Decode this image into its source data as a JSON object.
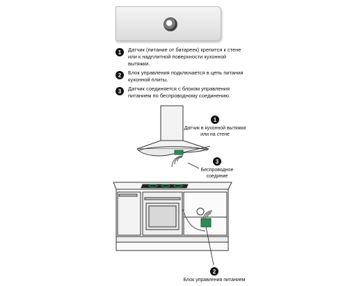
{
  "steps": [
    {
      "number": "1",
      "text": "Датчик (питание от батареек) крепится к стене или к надплитной поверхности кухонной вытяжки."
    },
    {
      "number": "2",
      "text": "Блок управления подключается в цепь питания кухонной плиты."
    },
    {
      "number": "3",
      "text": "Датчик соединяется с блоком управления питанием по беспроводному соединению."
    }
  ],
  "callouts": {
    "sensor": {
      "number": "1",
      "text": "Датчик в кухонной вытяжки или на стене"
    },
    "wireless": {
      "number": "3",
      "text": "Беспроводное соединие"
    },
    "control": {
      "number": "2",
      "text": "Блок управления питанием"
    }
  },
  "colors": {
    "accent": "#2e8b57",
    "outline": "#333333"
  }
}
